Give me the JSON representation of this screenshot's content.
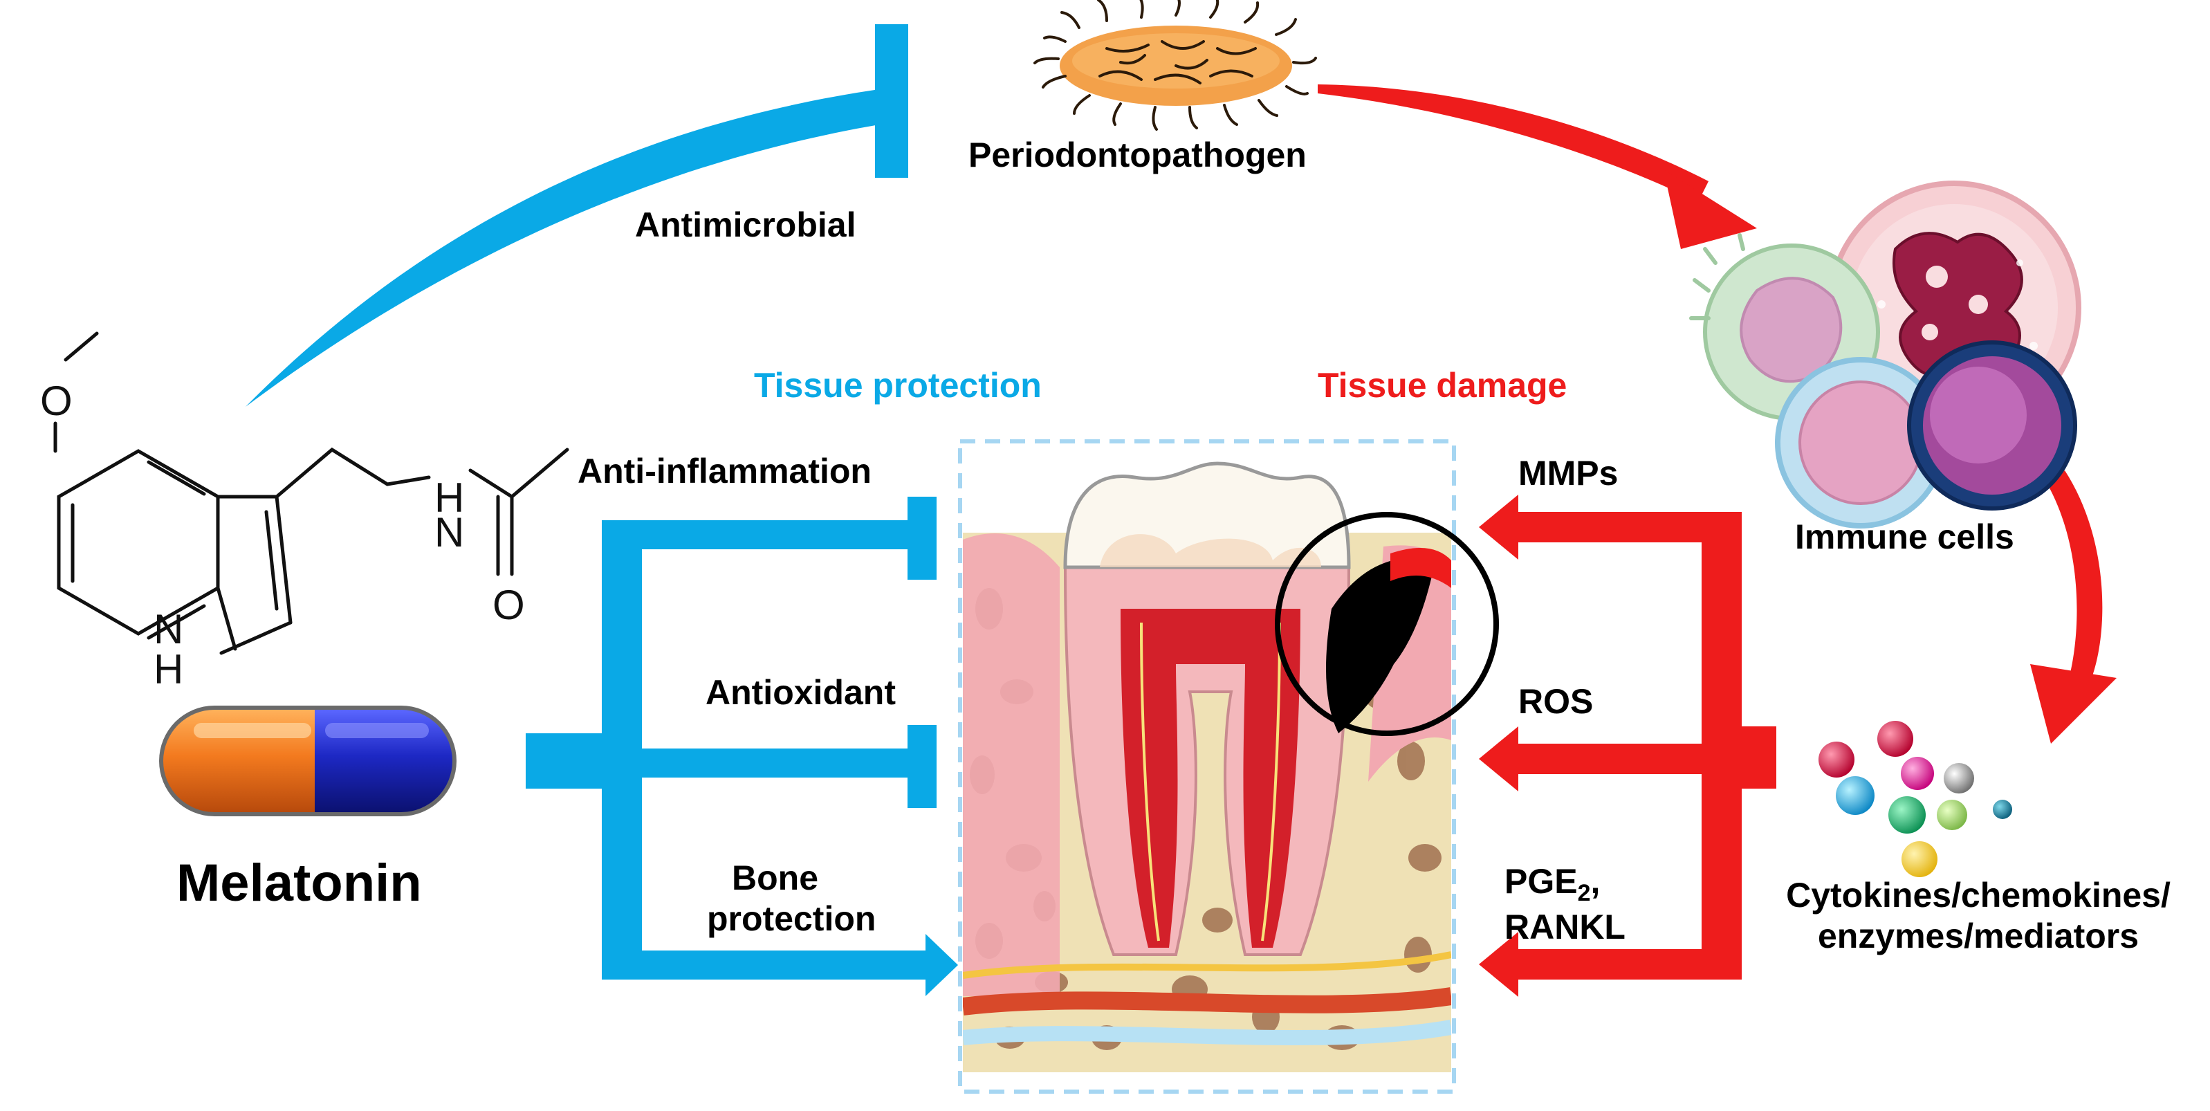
{
  "labels": {
    "antimicrobial": "Antimicrobial",
    "periodontopathogen": "Periodontopathogen",
    "immune_cells": "Immune cells",
    "tissue_protection": "Tissue protection",
    "tissue_damage": "Tissue damage",
    "anti_inflammation": "Anti-inflammation",
    "antioxidant": "Antioxidant",
    "bone_protection_1": "Bone",
    "bone_protection_2": "protection",
    "mmps": "MMPs",
    "ros": "ROS",
    "pge2_main": "PGE",
    "pge2_sub": "2",
    "pge2_comma": ",",
    "rankl": "RANKL",
    "cytokines_1": "Cytokines/chemokines/",
    "cytokines_2": "enzymes/mediators",
    "melatonin": "Melatonin"
  },
  "structure_atoms": {
    "o_methoxy": "O",
    "n_amide": "N",
    "h_amide": "H",
    "o_carbonyl": "O",
    "n_indole": "N",
    "h_indole": "H"
  },
  "colors": {
    "protection_blue": "#0aa9e6",
    "damage_red": "#ee1c1c",
    "capsule_orange": "#f07a1e",
    "capsule_blue": "#1c27b8",
    "bone_tan": "#efe1b5",
    "gum_pink": "#f2a9b1"
  }
}
